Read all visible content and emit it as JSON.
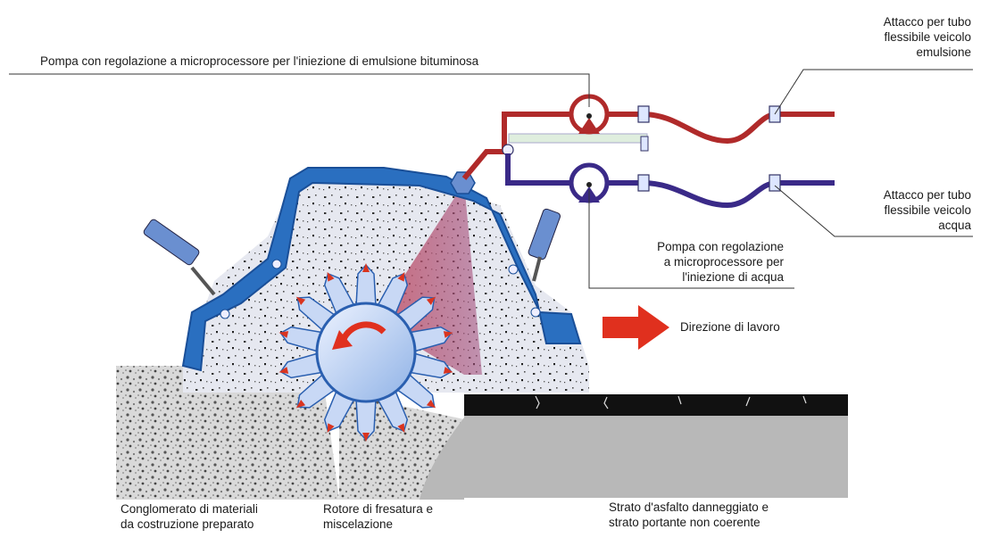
{
  "labels": {
    "pump_emulsion": "Pompa con regolazione a microprocessore per l'iniezione di emulsione bituminosa",
    "hose_emulsion": [
      "Attacco per tubo",
      "flessibile veicolo",
      "emulsione"
    ],
    "hose_water": [
      "Attacco per tubo",
      "flessibile veicolo",
      "acqua"
    ],
    "pump_water": [
      "Pompa con regolazione",
      "a microprocessore per",
      "l'iniezione di acqua"
    ],
    "direction": "Direzione di lavoro",
    "conglomerate": [
      "Conglomerato di materiali",
      "da costruzione preparato"
    ],
    "rotor": [
      "Rotore di fresatura e",
      "miscelazione"
    ],
    "asphalt": [
      "Strato d'asfalto danneggiato e",
      "strato portante non coerente"
    ]
  },
  "colors": {
    "housing_blue": "#2a6fc0",
    "emulsion_line": "#b02a2a",
    "water_line": "#3a2a88",
    "asphalt": "#111111",
    "base_layer": "#b8b8b8",
    "arrow_red": "#e0301e"
  },
  "icons": [
    "pump-emulsion-icon",
    "pump-water-icon",
    "rotor-rotation-arrow-icon",
    "direction-arrow-icon"
  ]
}
